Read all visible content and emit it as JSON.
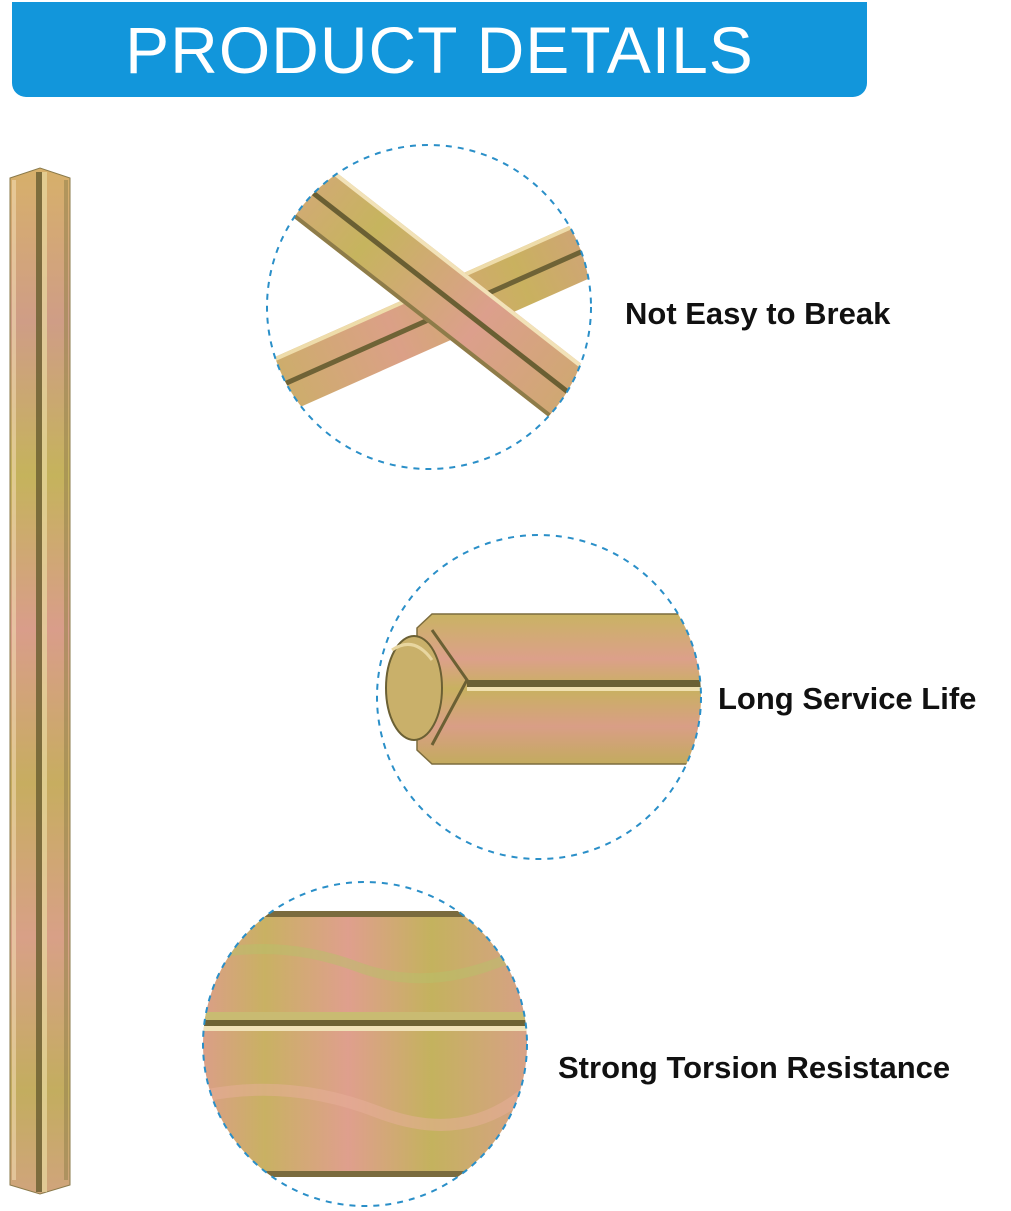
{
  "header": {
    "title": "PRODUCT DETAILS"
  },
  "colors": {
    "banner": "#1296db",
    "circle_border": "#2a8fc8",
    "metal_gold": "#c9b063",
    "metal_pink": "#d89a84",
    "metal_green": "#a8b25a"
  },
  "features": [
    {
      "label": "Not Easy to Break",
      "icon": "crossed-rods-closeup"
    },
    {
      "label": "Long Service Life",
      "icon": "rod-end-closeup"
    },
    {
      "label": "Strong Torsion Resistance",
      "icon": "rod-surface-closeup"
    }
  ],
  "main_image": {
    "icon": "square-spindle-rod"
  }
}
